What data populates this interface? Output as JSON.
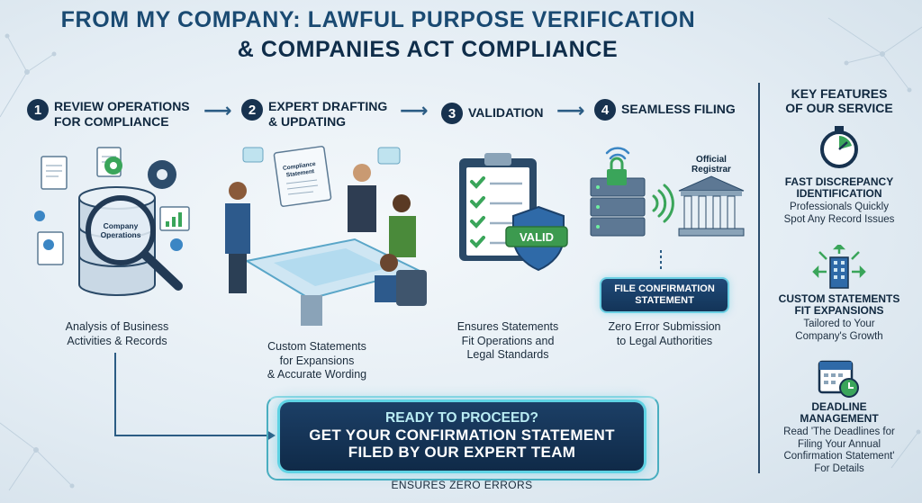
{
  "title": {
    "line1": "From My Company: Lawful Purpose Verification",
    "line2": "& Companies Act Compliance"
  },
  "steps": [
    {
      "number": "1",
      "label_line1": "Review Operations",
      "label_line2": "for Compliance",
      "caption_line1": "Analysis of Business",
      "caption_line2": "Activities & Records",
      "caption_line3": ""
    },
    {
      "number": "2",
      "label_line1": "Expert Drafting",
      "label_line2": "& Updating",
      "caption_line1": "Custom Statements",
      "caption_line2": "for Expansions",
      "caption_line3": "& Accurate Wording"
    },
    {
      "number": "3",
      "label_line1": "Validation",
      "label_line2": "",
      "caption_line1": "Ensures Statements",
      "caption_line2": "Fit Operations and",
      "caption_line3": "Legal Standards"
    },
    {
      "number": "4",
      "label_line1": "Seamless Filing",
      "label_line2": "",
      "caption_line1": "Zero Error Submission",
      "caption_line2": "to Legal Authorities",
      "caption_line3": ""
    }
  ],
  "illustrations": {
    "database_label_line1": "Company",
    "database_label_line2": "Operations",
    "doc_label_line1": "Compliance",
    "doc_label_line2": "Statement",
    "valid_badge": "VALID",
    "registrar_line1": "Official",
    "registrar_line2": "Registrar",
    "file_button_line1": "File Confirmation",
    "file_button_line2": "Statement"
  },
  "sidebar": {
    "title_line1": "Key Features",
    "title_line2": "of Our Service",
    "features": [
      {
        "title_line1": "Fast Discrepancy",
        "title_line2": "Identification",
        "desc_line1": "Professionals Quickly",
        "desc_line2": "Spot Any Record Issues",
        "desc_line3": "",
        "desc_line4": "",
        "icon": "stopwatch-icon"
      },
      {
        "title_line1": "Custom Statements",
        "title_line2": "Fit Expansions",
        "desc_line1": "Tailored to Your",
        "desc_line2": "Company's Growth",
        "desc_line3": "",
        "desc_line4": "",
        "icon": "building-expansion-icon"
      },
      {
        "title_line1": "Deadline",
        "title_line2": "Management",
        "desc_line1": "Read 'The Deadlines for",
        "desc_line2": "Filing Your Annual",
        "desc_line3": "Confirmation Statement'",
        "desc_line4": "For Details",
        "icon": "calendar-clock-icon"
      }
    ]
  },
  "cta": {
    "question": "Ready to Proceed?",
    "line1": "Get Your Confirmation Statement",
    "line2": "Filed by Our Expert Team",
    "subtext": "Ensures Zero Errors"
  },
  "colors": {
    "navy": "#17324f",
    "accent_cyan": "#5fd3e4",
    "check_green": "#3aa55a",
    "valid_green": "#3c9a4f"
  }
}
